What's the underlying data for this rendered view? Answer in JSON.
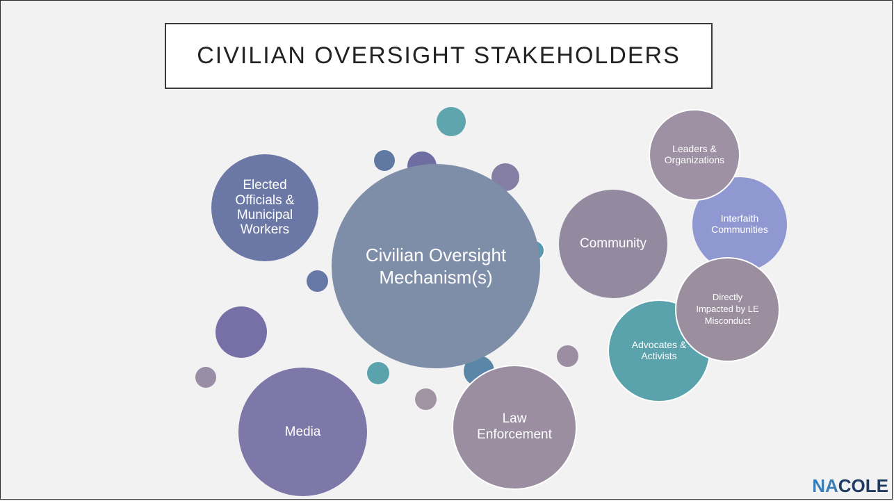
{
  "slide": {
    "title": "CIVILIAN OVERSIGHT STAKEHOLDERS"
  },
  "diagram": {
    "center": "Civilian Oversight Mechanism(s)",
    "elected": "Elected Officials & Municipal Workers",
    "community": "Community",
    "leaders": "Leaders & Organizations",
    "interfaith": "Interfaith Communities",
    "impacted": "Directly Impacted by LE Misconduct",
    "advocates": "Advocates & Activists",
    "media": "Media",
    "law": "Law Enforcement"
  },
  "logo": {
    "part1": "NA",
    "part2": "COLE"
  },
  "colors": {
    "center": "#7f8ea8",
    "elected": "#6b78a6",
    "community": "#948aa0",
    "leaders": "#9d91a3",
    "interfaith": "#8f98d0",
    "impacted": "#9b8e9e",
    "advocates": "#5aa3ad",
    "media": "#7d78a8",
    "law": "#9a8ea0",
    "teal": "#5aa3ad",
    "slate": "#5f79a3"
  }
}
